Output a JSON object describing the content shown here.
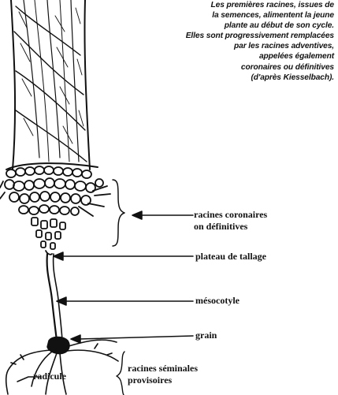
{
  "caption": {
    "lines": [
      "Les premières racines, issues de",
      "la semences, alimentent la jeune",
      "plante au début de son cycle.",
      "Elles sont progressivement remplacées",
      "par les racines adventives,",
      "appelées également",
      "coronaires ou définitives",
      "(d'après Kiesselbach)."
    ]
  },
  "labels": {
    "coronaires_line1": "racines coronaires",
    "coronaires_line2": "on définitives",
    "plateau": "plateau de tallage",
    "mesocotyle": "mésocotyle",
    "grain": "grain",
    "radicule": "radicule",
    "seminales_line1": "racines séminales",
    "seminales_line2": "provisoires"
  },
  "colors": {
    "ink": "#111111",
    "paper": "#ffffff"
  }
}
